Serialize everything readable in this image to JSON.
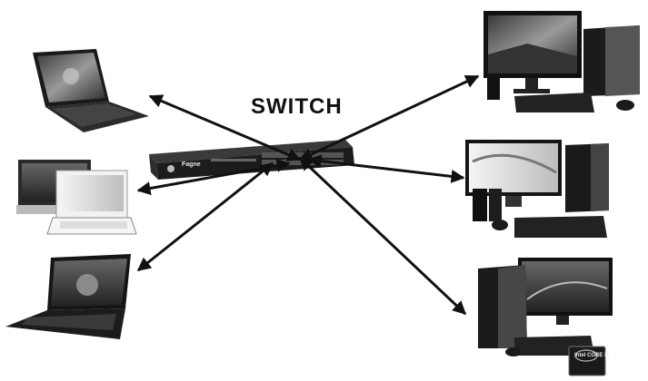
{
  "title": "SWITCH",
  "switch": {
    "brand_label": "Fagne"
  },
  "badges": {
    "intel_label": "intel CORE i3"
  },
  "colors": {
    "arrow": "#111111",
    "background": "#ffffff",
    "device_dark": "#1b1b1b",
    "device_mid": "#5a5a5a"
  }
}
